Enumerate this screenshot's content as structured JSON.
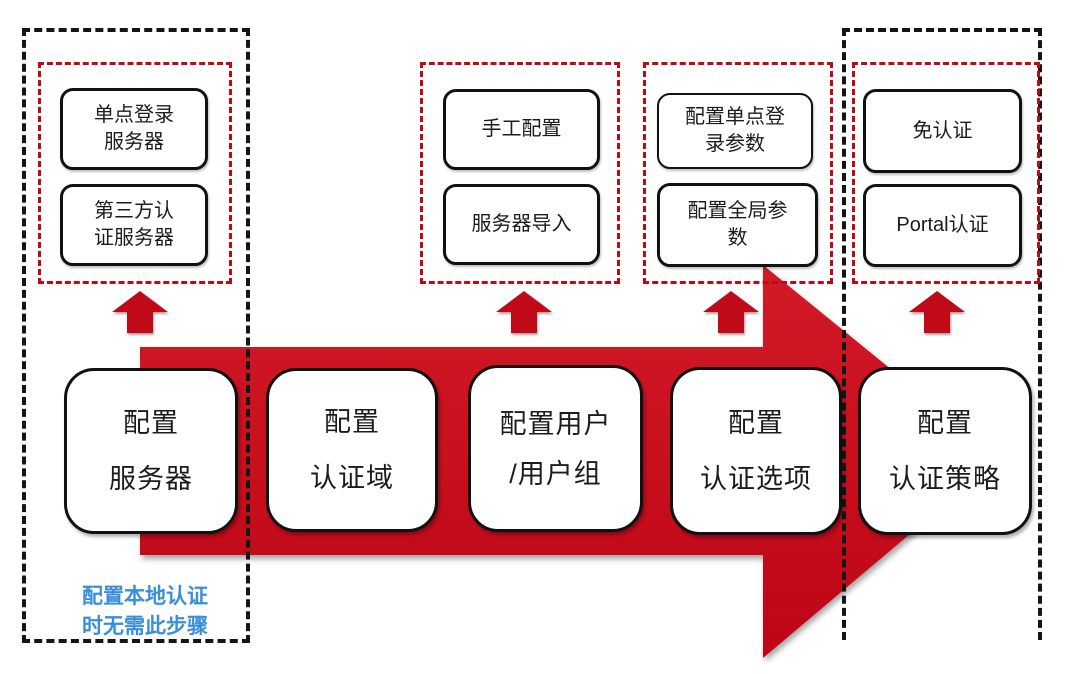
{
  "diagram": {
    "kind": "configuration-flow",
    "flow_steps": [
      {
        "label": "配置\n服务器"
      },
      {
        "label": "配置\n认证域"
      },
      {
        "label": "配置用户\n/用户组"
      },
      {
        "label": "配置\n认证选项"
      },
      {
        "label": "配置\n认证策略"
      }
    ],
    "detail_groups": [
      {
        "attached_to": "配置服务器",
        "items": [
          {
            "label": "单点登录\n服务器"
          },
          {
            "label": "第三方认\n证服务器"
          }
        ]
      },
      {
        "attached_to": "配置用户/用户组",
        "items": [
          {
            "label": "手工配置"
          },
          {
            "label": "服务器导入"
          }
        ]
      },
      {
        "attached_to": "配置认证选项",
        "items": [
          {
            "label": "配置单点登\n录参数"
          },
          {
            "label": "配置全局参\n数"
          }
        ]
      },
      {
        "attached_to": "配置认证策略",
        "items": [
          {
            "label": "免认证"
          },
          {
            "label": "Portal认证"
          }
        ]
      }
    ],
    "note": {
      "text": "配置本地认证\n时无需此步骤"
    },
    "colors": {
      "arrow_red_top": "#d21a27",
      "arrow_red_bottom": "#bd0515",
      "small_arrow_red": "#c00a18",
      "red_dash": "#bf0a14",
      "black_dash": "#151515",
      "note_blue": "#3a8fd8",
      "box_border": "#111111",
      "background": "#ffffff"
    }
  }
}
